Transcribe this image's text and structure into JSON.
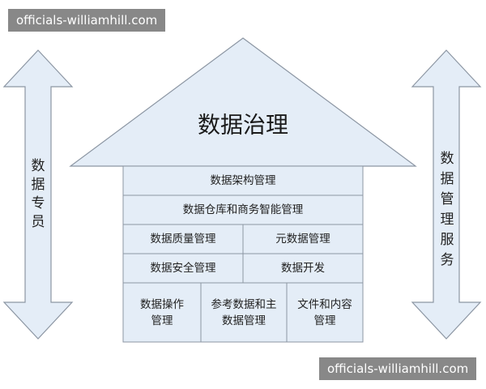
{
  "colors": {
    "fill": "#e4edf7",
    "stroke": "#8c96a3",
    "text": "#222222"
  },
  "watermark": {
    "top": "officials-williamhill.com",
    "bottom": "officials-williamhill.com"
  },
  "roof": {
    "title": "数据治理"
  },
  "house": {
    "rows": [
      {
        "cells": [
          "数据架构管理"
        ]
      },
      {
        "cells": [
          "数据仓库和商务智能管理"
        ]
      },
      {
        "cells": [
          "数据质量管理",
          "元数据管理"
        ]
      },
      {
        "cells": [
          "数据安全管理",
          "数据开发"
        ]
      },
      {
        "cells": [
          [
            "数据操作",
            "管理"
          ],
          [
            "参考数据和主",
            "数据管理"
          ],
          [
            "文件和内容",
            "管理"
          ]
        ]
      }
    ]
  },
  "left_arrow": {
    "chars": [
      "数",
      "据",
      "专",
      "员"
    ],
    "icon": "double-arrow-vertical"
  },
  "right_arrow": {
    "chars": [
      "数",
      "据",
      "管",
      "理",
      "服",
      "务"
    ],
    "icon": "double-arrow-vertical"
  }
}
